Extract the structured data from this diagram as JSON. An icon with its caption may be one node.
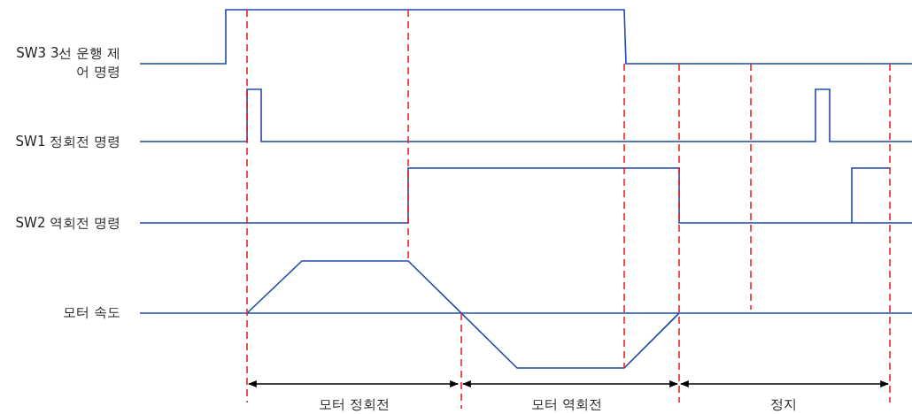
{
  "diagram": {
    "labels": [
      "SW3 3선 운행 제어 명령",
      "SW1 정회전 명령",
      "SW2 역회전 명령",
      "모터 속도",
      "모터 정회전",
      "모터 역회전",
      "정지"
    ]
  }
}
